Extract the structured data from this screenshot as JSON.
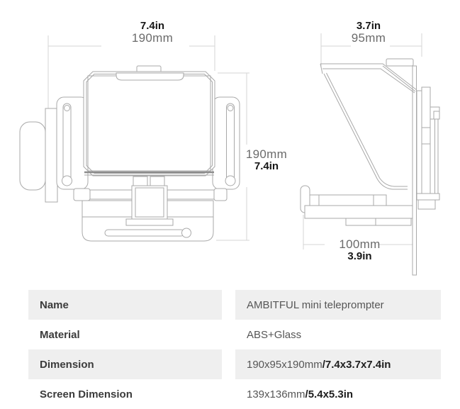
{
  "dimensions": {
    "front": {
      "width": {
        "inch": "7.4in",
        "mm": "190mm"
      },
      "height": {
        "mm": "190mm",
        "inch": "7.4in"
      }
    },
    "side": {
      "width": {
        "inch": "3.7in",
        "mm": "95mm"
      },
      "depth": {
        "mm": "100mm",
        "inch": "3.9in"
      }
    }
  },
  "spec_table": {
    "rows": [
      {
        "label": "Name",
        "value_regular": "AMBITFUL mini teleprompter",
        "value_bold": ""
      },
      {
        "label": "Material",
        "value_regular": "ABS+Glass",
        "value_bold": ""
      },
      {
        "label": "Dimension",
        "value_regular": "190x95x190mm",
        "value_bold": "/7.4x3.7x7.4in"
      },
      {
        "label": "Screen Dimension",
        "value_regular": "139x136mm",
        "value_bold": "/5.4x5.3in"
      }
    ]
  },
  "colors": {
    "row_shade": "#efefef",
    "line_art": "#a9a9a9",
    "dimension_line": "#d4d4d4",
    "text_dark": "#1e1e1e",
    "text_gray": "#6b6b6b"
  }
}
